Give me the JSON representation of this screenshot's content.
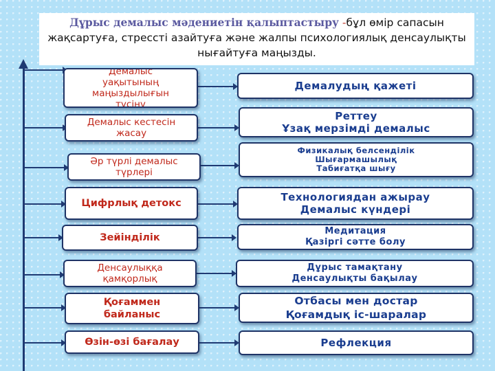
{
  "header": {
    "lead": "Дұрыс демалыс мәдениетін қалыптастыру",
    "dash": " -",
    "rest": "бұл өмір сапасын жақсартуға, стрессті азайтуға және жалпы психологиялық денсаулықты нығайтуға маңызды."
  },
  "rows": [
    {
      "left": [
        "Демалыс",
        "уақытының",
        "маңыздылығын",
        "түсіну"
      ],
      "right": [
        "Демалудың қажеті"
      ]
    },
    {
      "left": [
        "Демалыс кестесін",
        "жасау"
      ],
      "right": [
        "Реттеу",
        "Ұзақ мерзімді демалыс"
      ]
    },
    {
      "left": [
        "Әр түрлі демалыс",
        "түрлері"
      ],
      "right": [
        "Физикалық белсенділік",
        "Шығармашылық",
        "Табиғатқа шығу"
      ]
    },
    {
      "left": [
        "Цифрлық детокс"
      ],
      "right": [
        "Технологиядан ажырау",
        "Демалыс күндері"
      ]
    },
    {
      "left": [
        "Зейінділік"
      ],
      "right": [
        "Медитация",
        "Қазіргі сәтте болу"
      ]
    },
    {
      "left": [
        "Денсаулыққа",
        "қамқорлық"
      ],
      "right": [
        "Дұрыс тамақтану",
        "Денсаулықты бақылау"
      ]
    },
    {
      "left": [
        "Қоғаммен",
        "байланыс"
      ],
      "right": [
        "Отбасы мен достар",
        "Қоғамдық іс-шаралар"
      ]
    },
    {
      "left": [
        "Өзін-өзі бағалау"
      ],
      "right": [
        "Рефлекция"
      ]
    }
  ],
  "colors": {
    "left_text": "#c0281b",
    "right_text": "#1a3d8f",
    "border": "#1e3366"
  }
}
